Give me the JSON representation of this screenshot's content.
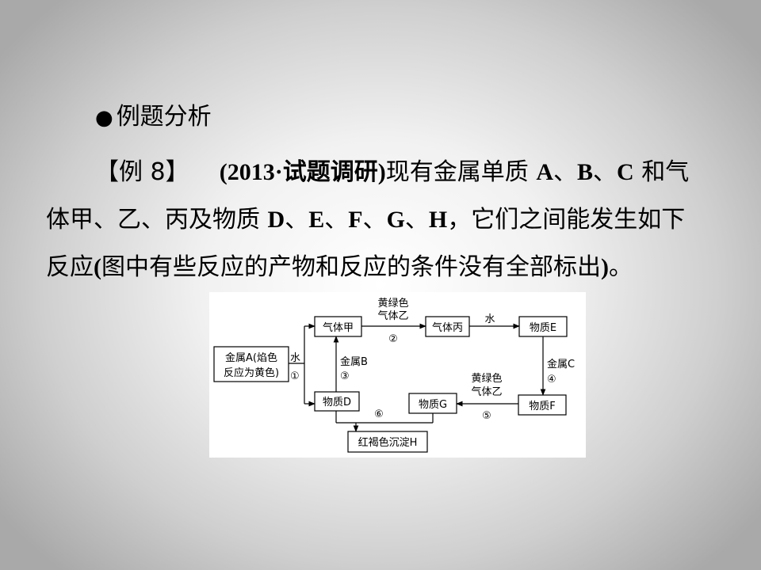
{
  "section": {
    "bullet": "●",
    "title": "例题分析"
  },
  "problem": {
    "tag": "【例 8】",
    "source": "(2013·试题调研)",
    "line1_text": "现有金属单质 ",
    "l_A": "A",
    "sep1": "、",
    "l_B": "B",
    "sep2": "、",
    "l_C": "C",
    "line1_tail": " 和气",
    "line2_head": "体甲、乙、丙及物质 ",
    "l_D": "D",
    "sep3": "、",
    "l_E": "E",
    "sep4": "、",
    "l_F": "F",
    "sep5": "、",
    "l_G": "G",
    "sep6": "、",
    "l_H": "H",
    "line2_tail": "，它们之间能发生如下",
    "line3_head": "反应",
    "paren_open": "(",
    "line3_mid": "图中有些反应的产物和反应的条件没有全部标出",
    "paren_close": ")",
    "line3_tail": "。"
  },
  "diagram": {
    "boxes": {
      "metal_a_line1": "金属A(焰色",
      "metal_a_line2": "反应为黄色)",
      "gas_jia": "气体甲",
      "gas_bing": "气体丙",
      "substance_e": "物质E",
      "substance_d": "物质D",
      "substance_g": "物质G",
      "substance_f": "物质F",
      "precipitate_h": "红褐色沉淀H"
    },
    "labels": {
      "water_1": "水",
      "circle_1": "①",
      "yellow_green_2a": "黄绿色",
      "gas_yi_2": "气体乙",
      "circle_2": "②",
      "water_top": "水",
      "metal_b": "金属B",
      "circle_3": "③",
      "metal_c": "金属C",
      "circle_4": "④",
      "yellow_green_5": "黄绿色",
      "gas_yi_5": "气体乙",
      "circle_5": "⑤",
      "circle_6": "⑥"
    }
  }
}
